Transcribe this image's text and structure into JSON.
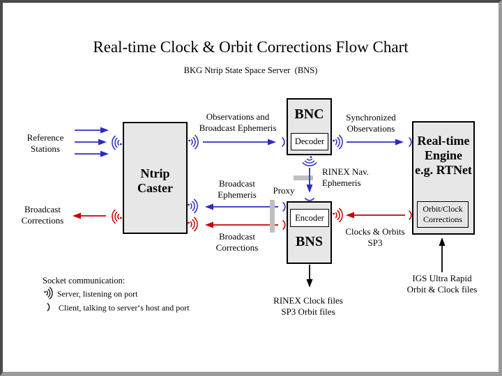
{
  "title": "Real-time Clock & Orbit Corrections Flow Chart",
  "subtitle": "BKG Ntrip State Space Server  (BNS)",
  "boxes": {
    "ntrip_caster": {
      "line1": "Ntrip",
      "line2": "Caster"
    },
    "bnc": {
      "title": "BNC",
      "module": "Decoder"
    },
    "bns": {
      "title": "BNS",
      "module": "Encoder"
    },
    "realtime_engine": {
      "line1": "Real-time",
      "line2": "Engine",
      "line3": "e.g. RTNet",
      "module_line1": "Orbit/Clock",
      "module_line2": "Corrections"
    }
  },
  "labels": {
    "reference_stations": {
      "line1": "Reference",
      "line2": "Stations"
    },
    "broadcast_corrections_left": {
      "line1": "Broadcast",
      "line2": "Corrections"
    },
    "observations_ephemeris": {
      "line1": "Observations and",
      "line2": "Broadcast Ephemeris"
    },
    "synchronized_observations": {
      "line1": "Synchronized",
      "line2": "Observations"
    },
    "rinex_nav_ephemeris": {
      "line1": "RINEX Nav.",
      "line2": "Ephemeris"
    },
    "proxy": "Proxy",
    "broadcast_ephemeris": {
      "line1": "Broadcast",
      "line2": "Ephemeris"
    },
    "broadcast_corrections_mid": {
      "line1": "Broadcast",
      "line2": "Corrections"
    },
    "clocks_orbits_sp3": {
      "line1": "Clocks & Orbits",
      "line2": "SP3"
    },
    "rinex_clock_files": {
      "line1": "RINEX Clock files",
      "line2": "SP3 Orbit files"
    },
    "igs_ultra_rapid": {
      "line1": "IGS Ultra Rapid",
      "line2": "Orbit & Clock files"
    }
  },
  "legend": {
    "heading": "Socket communication:",
    "server_item": "Server, listening on port",
    "client_item": "Client, talking to server‘s host and port"
  },
  "icons": {
    "server_icon": "radiating-arcs-socket-server",
    "client_icon": "single-arc-socket-client"
  },
  "colors": {
    "observation_blue": "#2B2BC4",
    "correction_red": "#C80000",
    "box_fill": "#E7E7E7",
    "proxy_gray": "#BFBFBF",
    "frame_dark": "#4A4A4A",
    "frame_light": "#9A9A9A"
  }
}
